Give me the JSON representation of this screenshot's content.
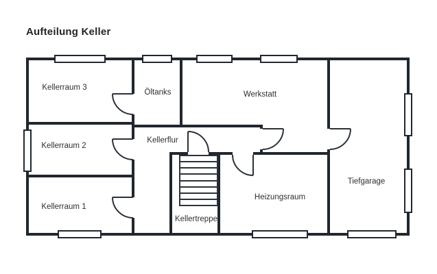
{
  "title": "Aufteilung Keller",
  "floorplan": {
    "rooms": [
      {
        "id": "kellerraum-3",
        "label": "Kellerraum 3"
      },
      {
        "id": "oeltanks",
        "label": "Öltanks"
      },
      {
        "id": "werkstatt",
        "label": "Werkstatt"
      },
      {
        "id": "kellerraum-2",
        "label": "Kellerraum 2"
      },
      {
        "id": "kellerflur",
        "label": "Kellerflur"
      },
      {
        "id": "kellerraum-1",
        "label": "Kellerraum 1"
      },
      {
        "id": "kellertreppe",
        "label": "Kellertreppe"
      },
      {
        "id": "heizungsraum",
        "label": "Heizungsraum"
      },
      {
        "id": "tiefgarage",
        "label": "Tiefgarage"
      }
    ],
    "counts": {
      "windows": 10,
      "doors": 7,
      "stair_steps": 8
    },
    "colors": {
      "wall": "#20272f",
      "label": "#2e2e2e",
      "background": "#ffffff"
    }
  }
}
